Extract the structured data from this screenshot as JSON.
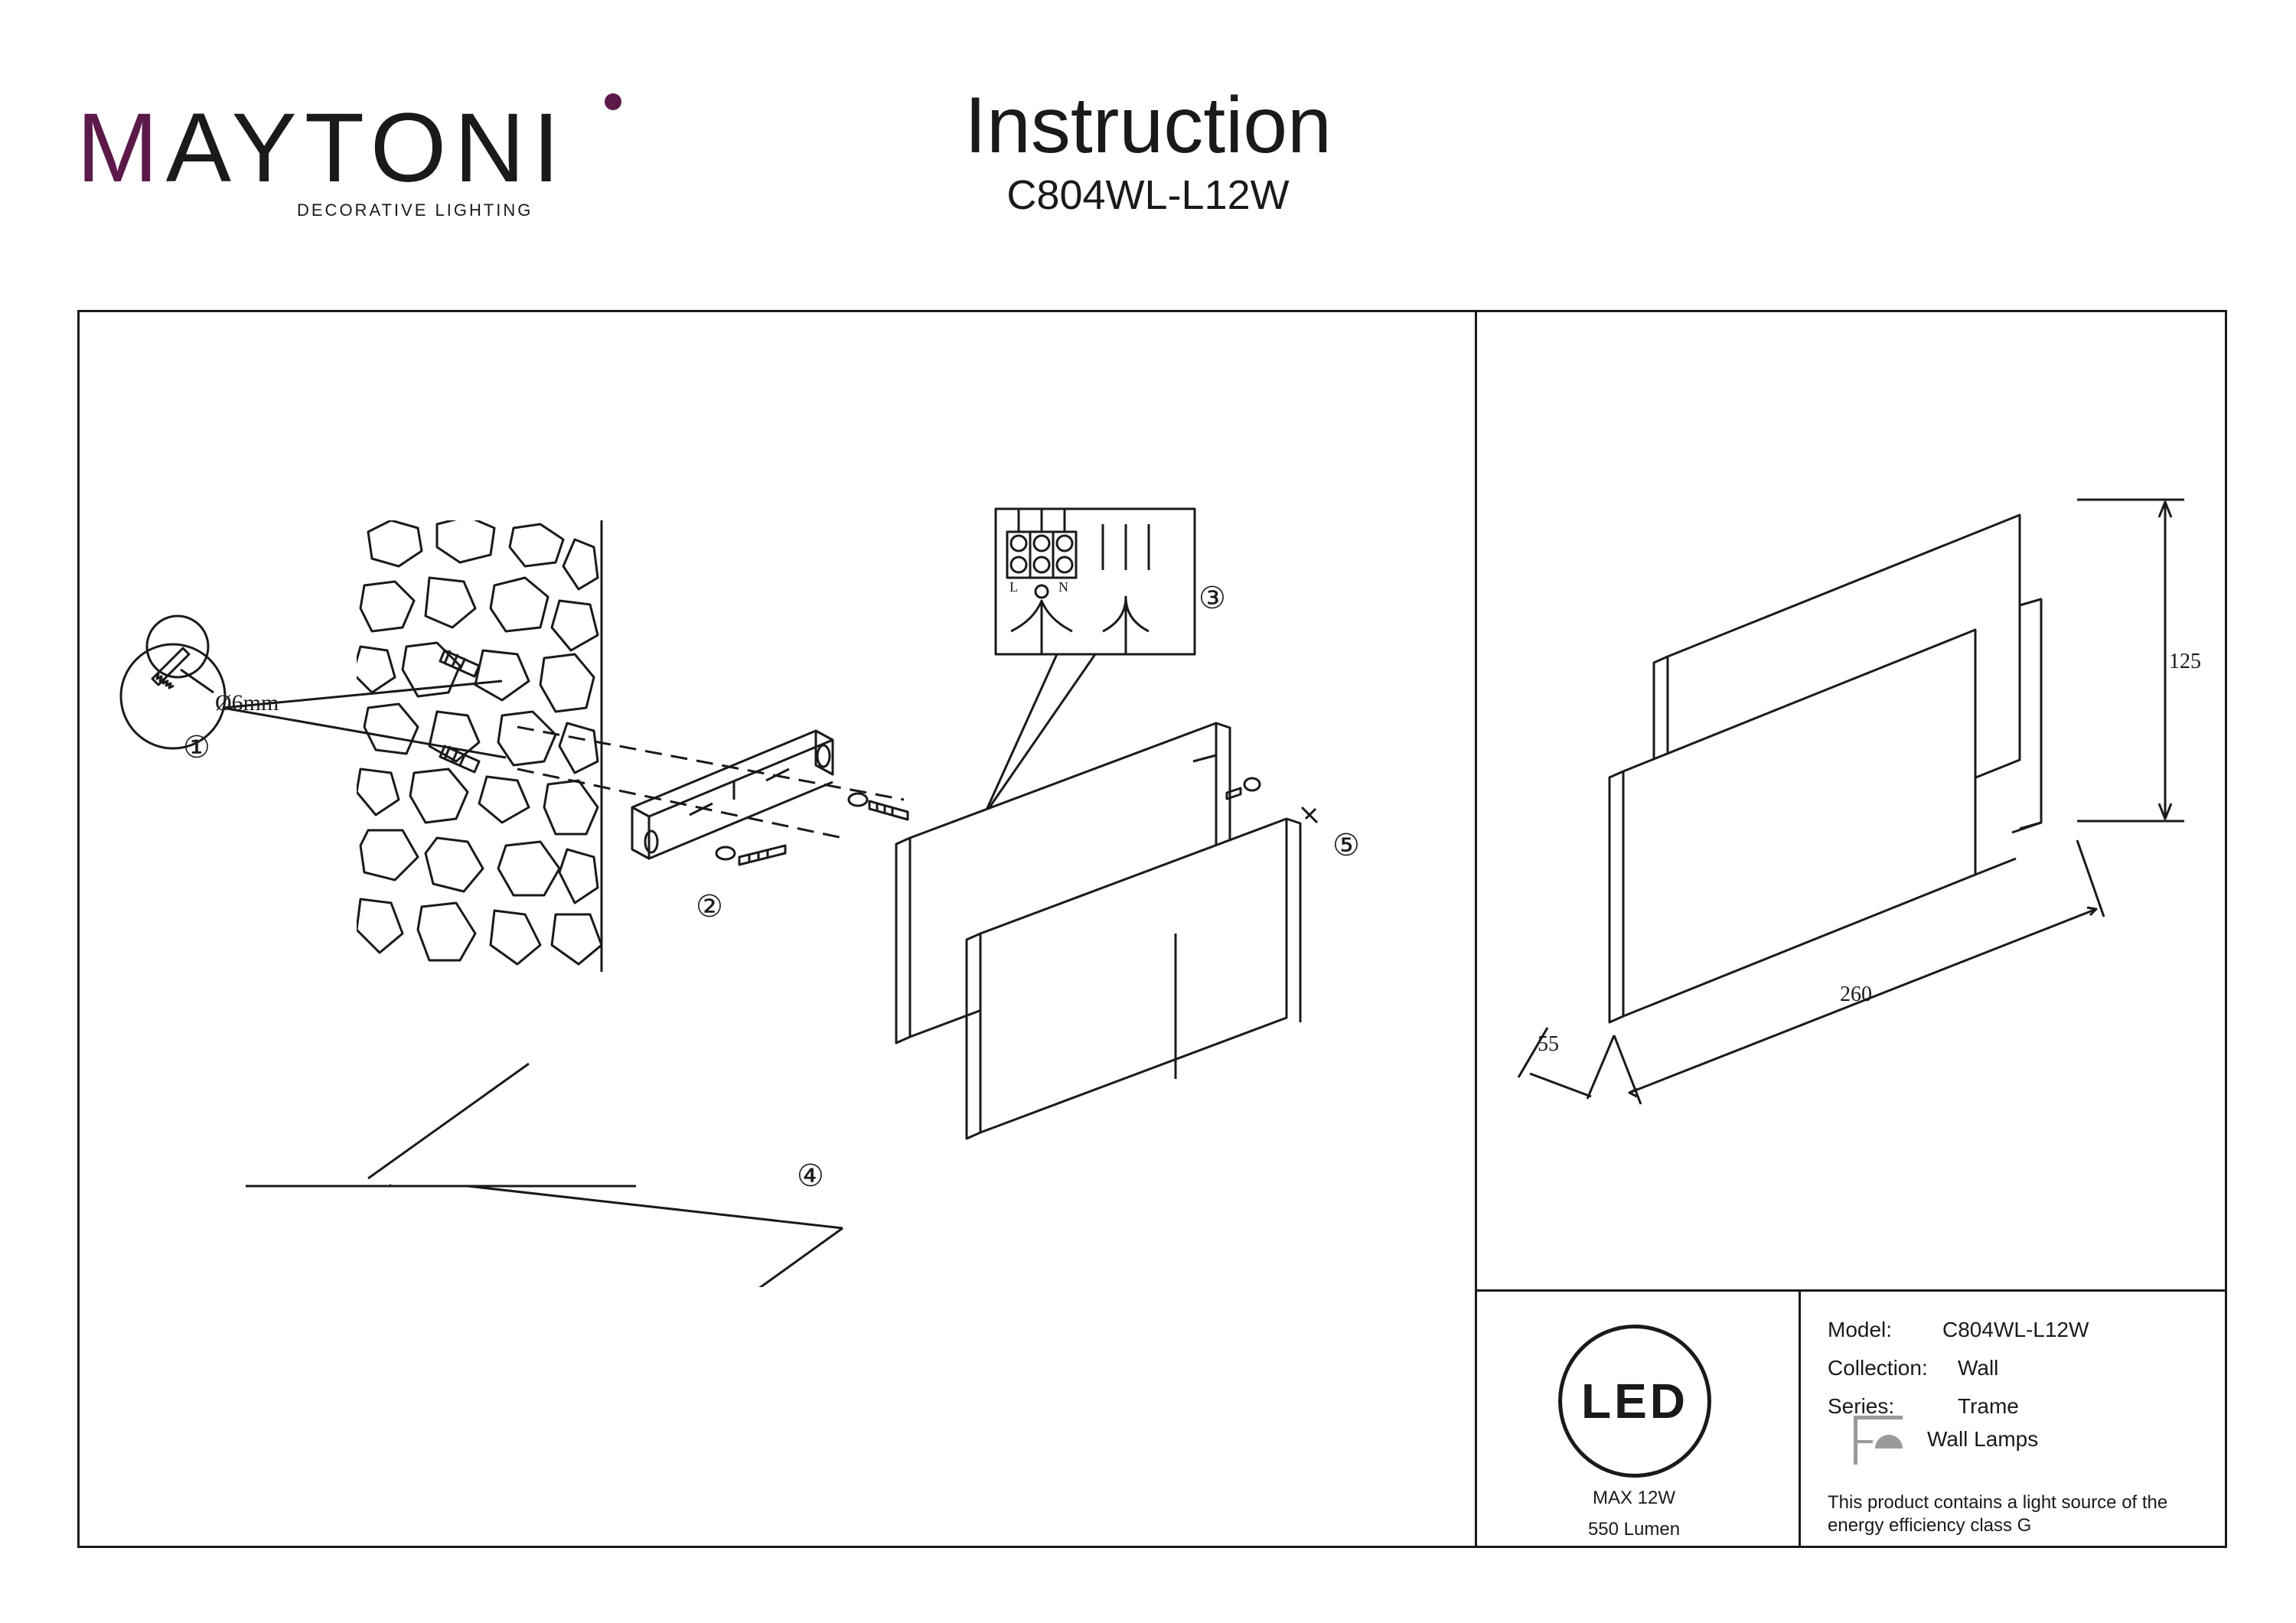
{
  "brand": {
    "name": "MAYTONI",
    "tagline": "DECORATIVE LIGHTING"
  },
  "document": {
    "title": "Instruction",
    "model": "C804WL-L12W"
  },
  "diagram": {
    "steps": [
      "①",
      "②",
      "③",
      "④",
      "⑤"
    ],
    "drill_size": "Ø6mm",
    "terminal_labels": [
      "L",
      "N"
    ],
    "dimensions": {
      "height": "125",
      "width": "260",
      "depth": "55"
    }
  },
  "badge": {
    "label": "LED",
    "max_power": "MAX 12W",
    "lumen": "550 Lumen"
  },
  "specs": {
    "model_label": "Model:",
    "model_value": "C804WL-L12W",
    "collection_label": "Collection:",
    "collection_value": "Wall",
    "series_label": "Series:",
    "series_value": "Trame",
    "category": "Wall Lamps",
    "energy_note_line1": "This product contains a light source of the",
    "energy_note_line2": "energy efficiency class G"
  },
  "colors": {
    "brand_accent": "#5b1a4a",
    "ink": "#1a1a1a"
  }
}
